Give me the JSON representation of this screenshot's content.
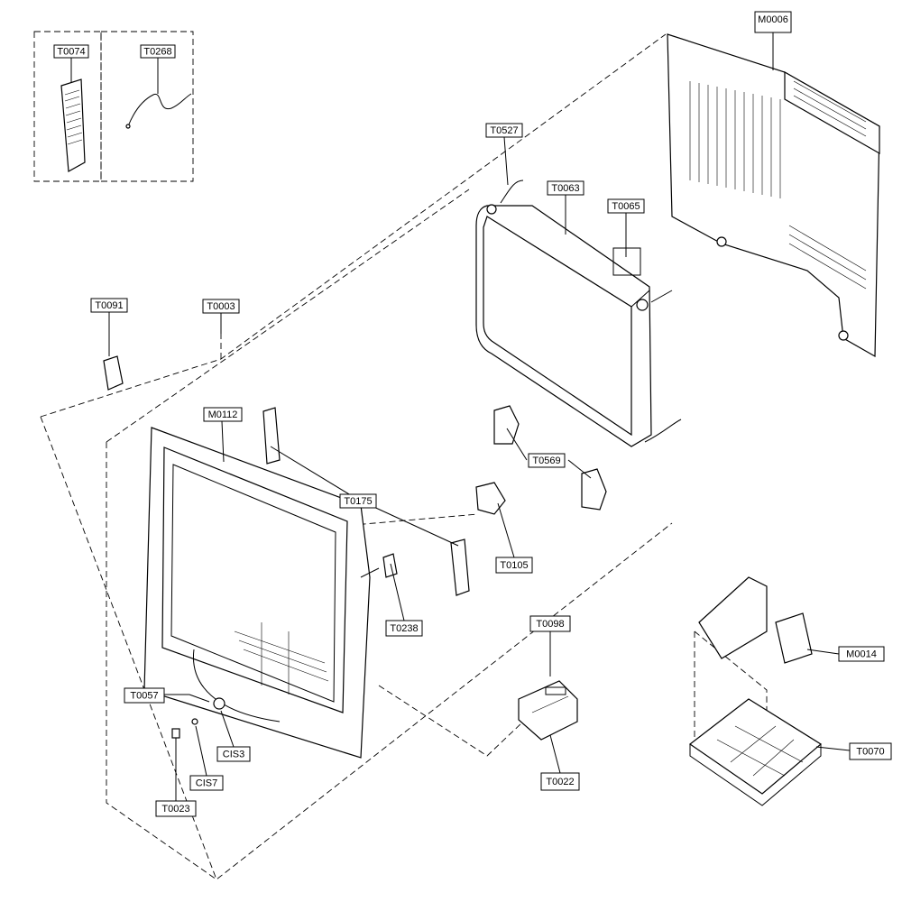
{
  "labels": {
    "T0074": "T0074",
    "T0268": "T0268",
    "M0006": "M0006",
    "T0527": "T0527",
    "T0063": "T0063",
    "T0065": "T0065",
    "T0091": "T0091",
    "T0003": "T0003",
    "M0112": "M0112",
    "T0175": "T0175",
    "T0569": "T0569",
    "T0105": "T0105",
    "T0238": "T0238",
    "T0098": "T0098",
    "M0014": "M0014",
    "T0057": "T0057",
    "CIS3": "CIS3",
    "CIS7": "CIS7",
    "T0022": "T0022",
    "T0070": "T0070",
    "T0023": "T0023"
  }
}
